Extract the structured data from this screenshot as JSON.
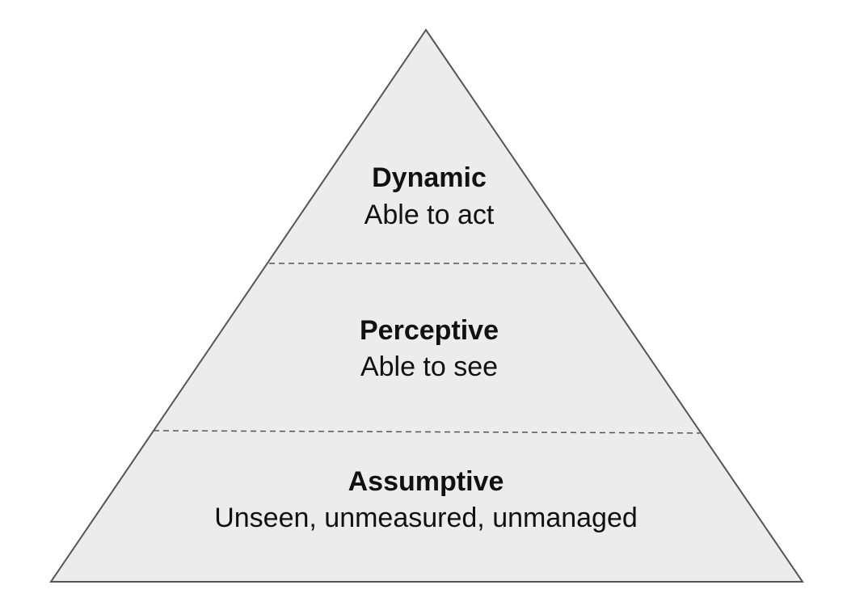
{
  "diagram": {
    "colors": {
      "fill": "#ececec",
      "outline": "#555555",
      "divider": "#555555",
      "text": "#111111"
    },
    "tiers": [
      {
        "title": "Dynamic",
        "subtitle": "Able to act"
      },
      {
        "title": "Perceptive",
        "subtitle": "Able to see"
      },
      {
        "title": "Assumptive",
        "subtitle": "Unseen, unmeasured, unmanaged"
      }
    ]
  }
}
